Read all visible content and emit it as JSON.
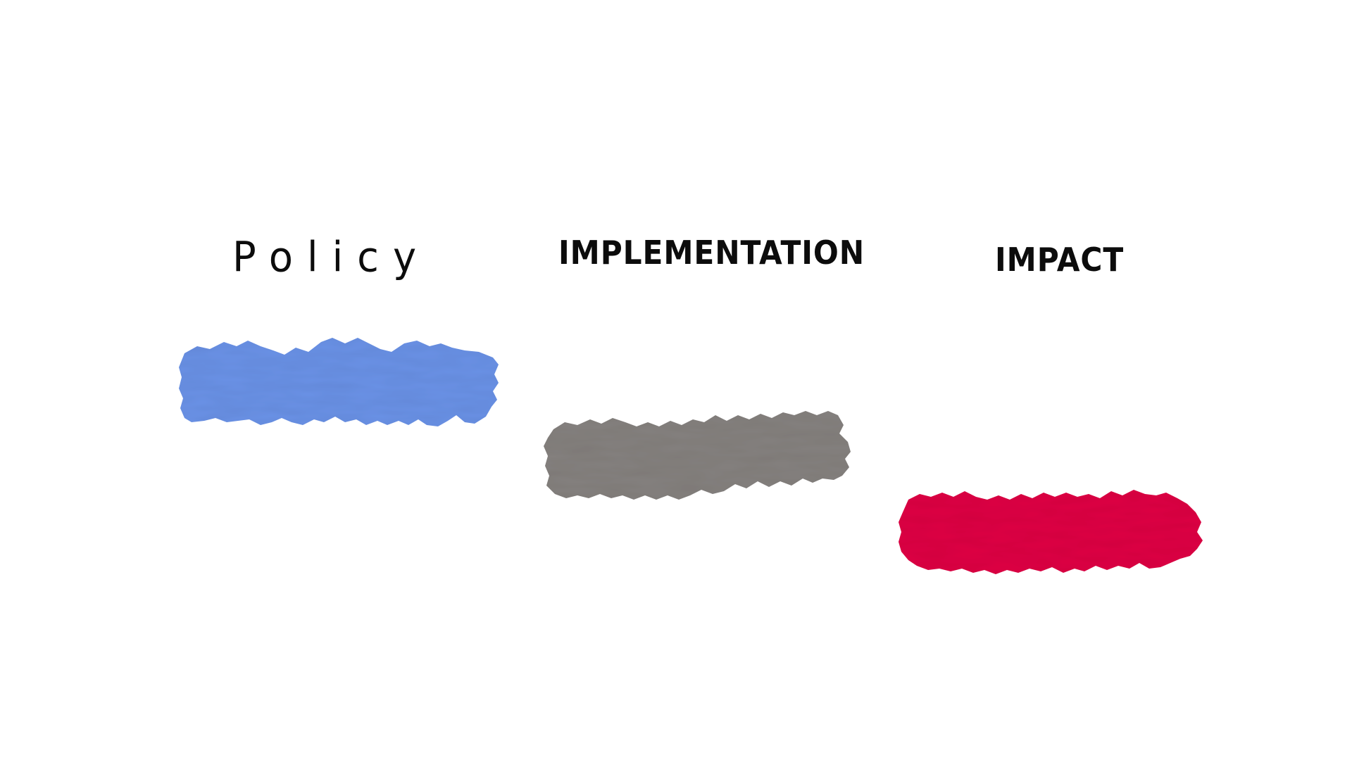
{
  "stages": [
    {
      "label": "Policy",
      "color": "#6a92e6"
    },
    {
      "label": "IMPLEMENTATION",
      "color": "#85817f"
    },
    {
      "label": "IMPACT",
      "color": "#de0745"
    }
  ]
}
